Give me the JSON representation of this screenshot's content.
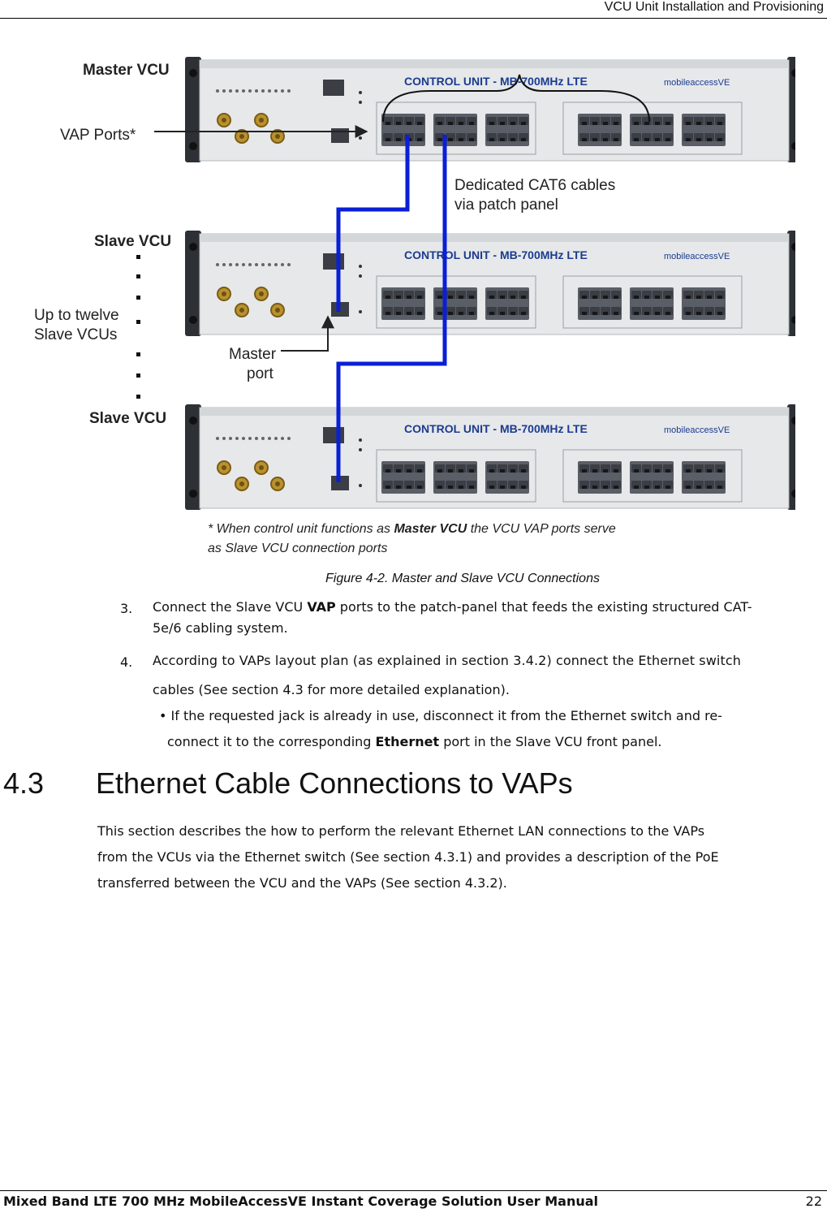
{
  "header": {
    "title": "VCU Unit Installation and Provisioning"
  },
  "figure": {
    "unit_title": "CONTROL UNIT - MB-700MHz LTE",
    "brand": "mobileaccessVE",
    "labels": {
      "master_vcu": "Master VCU",
      "vap_ports": "VAP Ports*",
      "dedicated_1": "Dedicated CAT6 cables",
      "dedicated_2": "via patch panel",
      "slave_vcu_1": "Slave VCU",
      "up_to_1": "Up to twelve",
      "up_to_2": "Slave VCUs",
      "master_port_1": "Master",
      "master_port_2": "port",
      "slave_vcu_2": "Slave VCU"
    },
    "footnote_pre": "* When control unit functions as ",
    "footnote_bold": "Master VCU",
    "footnote_post": " the VCU VAP ports serve",
    "footnote_line2": "as Slave VCU connection ports"
  },
  "caption": "Figure 4-2. Master and Slave VCU Connections",
  "steps": {
    "s3_num": "3.",
    "s3_pre": "Connect the Slave VCU ",
    "s3_bold": "VAP",
    "s3_post": " ports to the patch-panel that feeds the existing structured CAT-",
    "s3_line2": "5e/6 cabling system.",
    "s4_num": "4.",
    "s4_line1": "According to VAPs layout plan (as explained in section 3.4.2) connect the Ethernet switch",
    "s4_line2": "cables (See section 4.3 for more detailed explanation).",
    "bullet_line1": "• If the requested jack is already in use, disconnect it from the Ethernet switch and re-",
    "bullet_pre": "connect it to the corresponding ",
    "bullet_bold": "Ethernet",
    "bullet_post": " port in the Slave VCU front panel."
  },
  "section": {
    "number": "4.3",
    "title": "Ethernet Cable Connections to VAPs",
    "line1": "This section describes the how to perform the relevant Ethernet LAN connections to the VAPs",
    "line2": "from the VCUs via the Ethernet switch (See section 4.3.1) and provides a description of the PoE",
    "line3": "transferred between the VCU and the VAPs (See section 4.3.2)."
  },
  "footer": {
    "manual_title": "Mixed Band LTE 700 MHz MobileAccessVE Instant Coverage Solution User Manual",
    "page_number": "22"
  },
  "colors": {
    "cable": "#0a1fd6",
    "panel": "#e6e8ea",
    "title_blue": "#1b3b8f"
  }
}
